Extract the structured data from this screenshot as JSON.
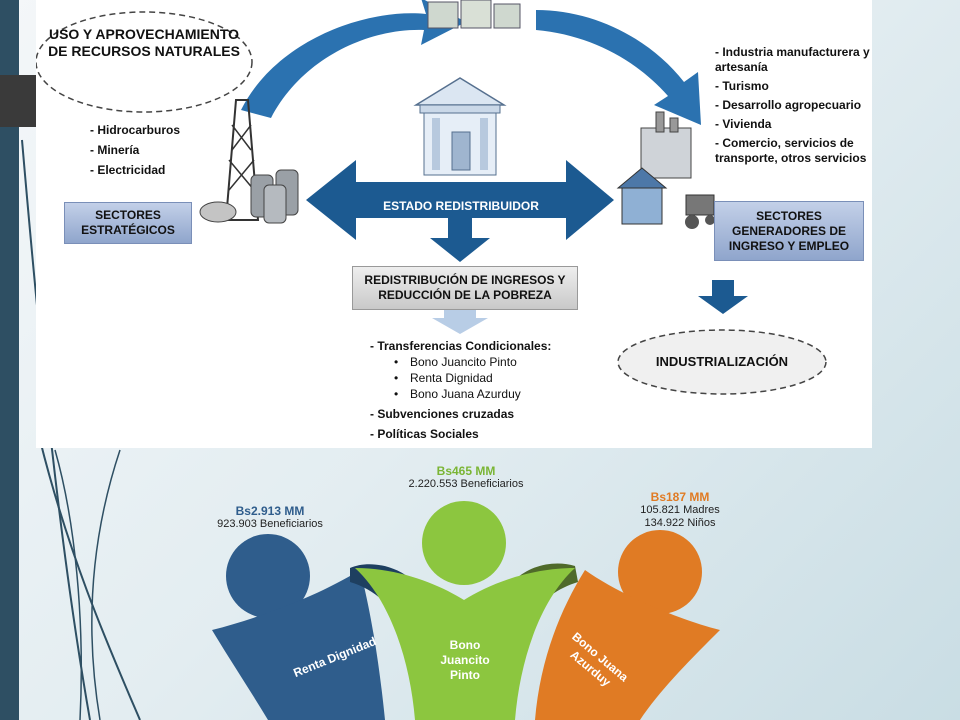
{
  "diagram": {
    "top_left_ellipse": "USO Y APROVECHAMIENTO DE RECURSOS NATURALES",
    "left_items": [
      "- Hidrocarburos",
      "- Minería",
      "- Electricidad"
    ],
    "left_box": "SECTORES ESTRATÉGICOS",
    "center_label": "ESTADO REDISTRIBUIDOR",
    "right_items": [
      "- Industria manufacturera y artesanía",
      "- Turismo",
      "- Desarrollo agropecuario",
      "- Vivienda",
      "- Comercio, servicios de transporte, otros servicios"
    ],
    "right_box": "SECTORES GENERADORES DE INGRESO Y EMPLEO",
    "center_box": "REDISTRIBUCIÓN DE INGRESOS Y REDUCCIÓN DE LA POBREZA",
    "transfers_title": "- Transferencias Condicionales:",
    "transfers": [
      "Bono Juancito Pinto",
      "Renta Dignidad",
      "Bono Juana Azurduy"
    ],
    "other_items": [
      "- Subvenciones cruzadas",
      "- Políticas Sociales"
    ],
    "industrial_ellipse": "INDUSTRIALIZACIÓN"
  },
  "infographic": {
    "left": {
      "amount": "Bs2.913 MM",
      "line1": "923.903 Beneficiarios",
      "label": "Renta Dignidad"
    },
    "center": {
      "amount": "Bs465 MM",
      "line1": "2.220.553 Beneficiarios",
      "label": "Bono Juancito Pinto"
    },
    "right": {
      "amount": "Bs187 MM",
      "line1": "105.821 Madres",
      "line2": "134.922 Niños",
      "label": "Bono Juana Azurduy"
    }
  },
  "colors": {
    "blue": "#2f5d8c",
    "green": "#8cc63f",
    "orange": "#e07b24",
    "arrow_blue": "#1c5a91"
  }
}
